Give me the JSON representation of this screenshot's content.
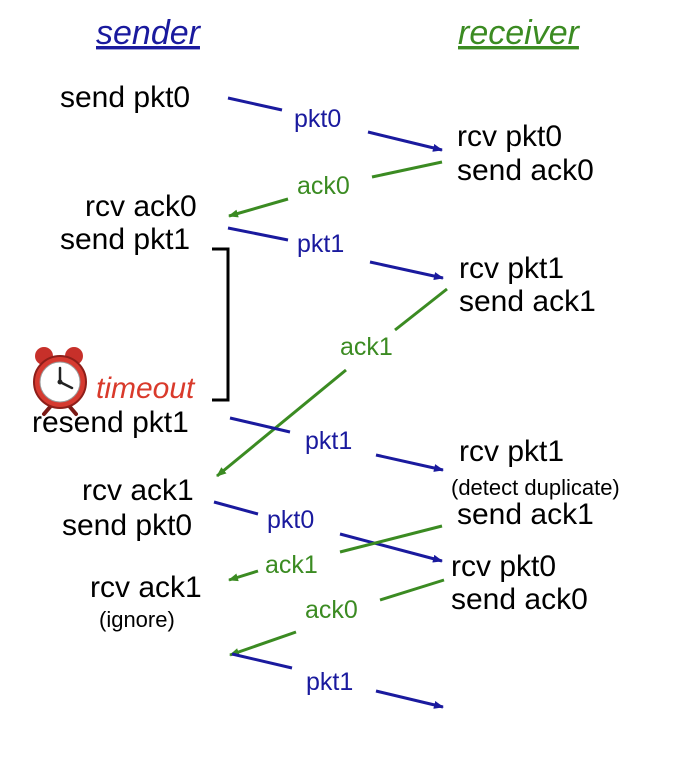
{
  "headers": {
    "sender": "sender",
    "receiver": "receiver"
  },
  "colors": {
    "sender": "#1a1a9e",
    "receiver": "#3b8b22",
    "timeout": "#d93a2b",
    "text": "#000000"
  },
  "sender_events": {
    "send_pkt0": "send pkt0",
    "rcv_ack0": "rcv ack0",
    "send_pkt1": "send pkt1",
    "timeout": "timeout",
    "resend_pkt1": "resend pkt1",
    "rcv_ack1_a": "rcv ack1",
    "send_pkt0_b": "send pkt0",
    "rcv_ack1_b": "rcv ack1",
    "ignore": "(ignore)"
  },
  "receiver_events": {
    "rcv_pkt0": "rcv pkt0",
    "send_ack0": "send ack0",
    "rcv_pkt1": "rcv pkt1",
    "send_ack1": "send ack1",
    "rcv_pkt1_dup": "rcv pkt1",
    "detect_duplicate": "(detect duplicate)",
    "send_ack1_dup": "send ack1",
    "rcv_pkt0_b": "rcv pkt0",
    "send_ack0_b": "send ack0"
  },
  "messages": {
    "m1": "pkt0",
    "m2": "ack0",
    "m3": "pkt1",
    "m4": "ack1",
    "m5": "pkt1",
    "m6": "pkt0",
    "m7": "ack1",
    "m8": "ack0",
    "m9": "pkt1"
  },
  "icons": {
    "alarm_clock": "alarm-clock-icon"
  }
}
